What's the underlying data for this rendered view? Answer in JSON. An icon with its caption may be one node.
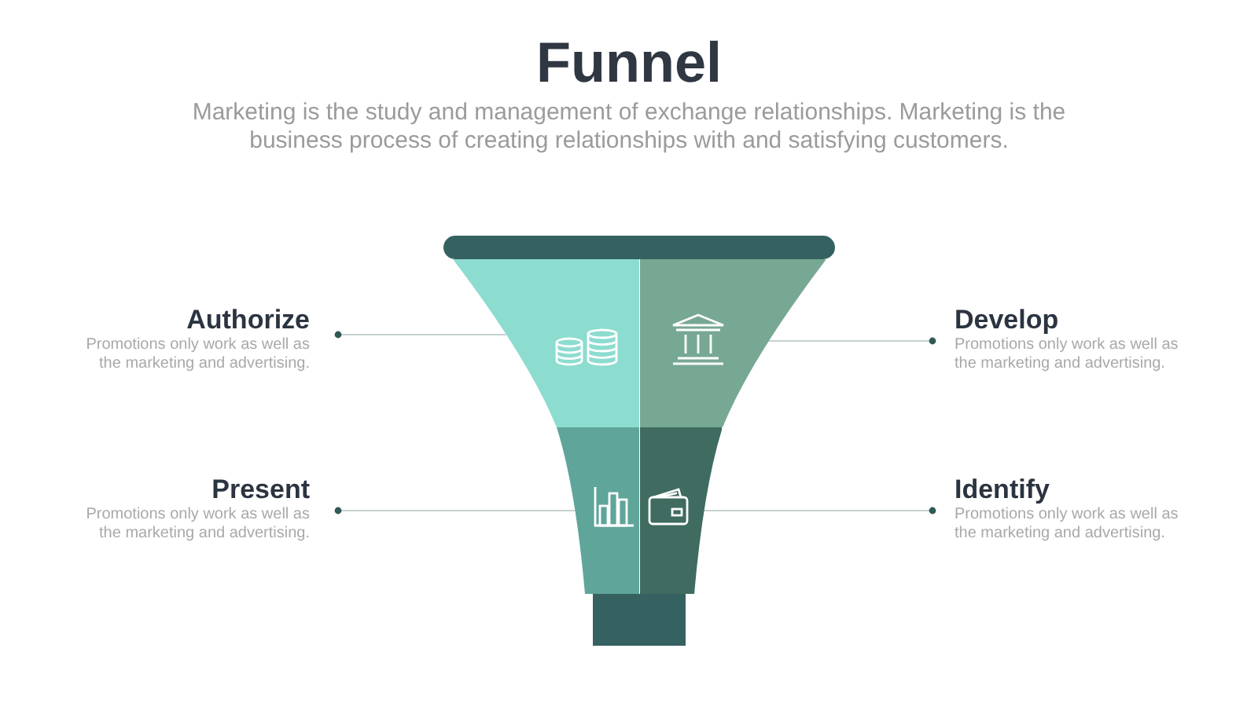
{
  "diagram": {
    "title": "Funnel",
    "nodes": [
      {
        "text": [],
        "shape": "bar"
      },
      {
        "text": [
          "Authorize",
          "Promotions only work as well as the marketing and advertising."
        ]
      },
      {
        "text": [],
        "shape": "segment"
      },
      {
        "text": [],
        "shape": "segment"
      },
      {
        "text": [
          "Develop",
          "Promotions only work as well as the marketing and advertising."
        ]
      },
      {
        "text": [
          "Present",
          "Promotions only work as well as the marketing and advertising."
        ]
      },
      {
        "text": [],
        "shape": "segment"
      },
      {
        "text": [],
        "shape": "segment"
      },
      {
        "text": [
          "Identify",
          "Promotions only work as well as the marketing and advertising."
        ]
      },
      {
        "text": [],
        "shape": "box"
      }
    ],
    "edges": [
      {
        "from": 1,
        "to": 2,
        "arrow": "other"
      },
      {
        "from": 4,
        "to": 3,
        "arrow": "other"
      },
      {
        "from": 5,
        "to": 6,
        "arrow": "other"
      },
      {
        "from": 8,
        "to": 7,
        "arrow": "other"
      }
    ],
    "labels": [
      "Marketing is the study and management of exchange relationships. Marketing is the business process of creating relationships with and satisfying customers."
    ]
  }
}
